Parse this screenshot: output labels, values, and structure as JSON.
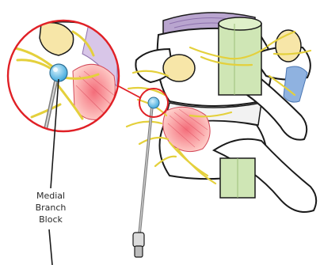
{
  "callout": {
    "line1": "Medial",
    "line2": "Branch",
    "line3": "Block"
  },
  "colors": {
    "bone_fill": "#ffffff",
    "bone_outline": "#1a1a1a",
    "nerve": "#e4d03c",
    "spinal_cord": "#cfe6b5",
    "facet_joint": "#ffd6d2",
    "disc": "#b9a5cf",
    "ligament": "#8fb2e0",
    "needle_tip": "#62bde6",
    "zoom_circle": "#e02026",
    "facet_capsule": "#f7e6a8"
  }
}
